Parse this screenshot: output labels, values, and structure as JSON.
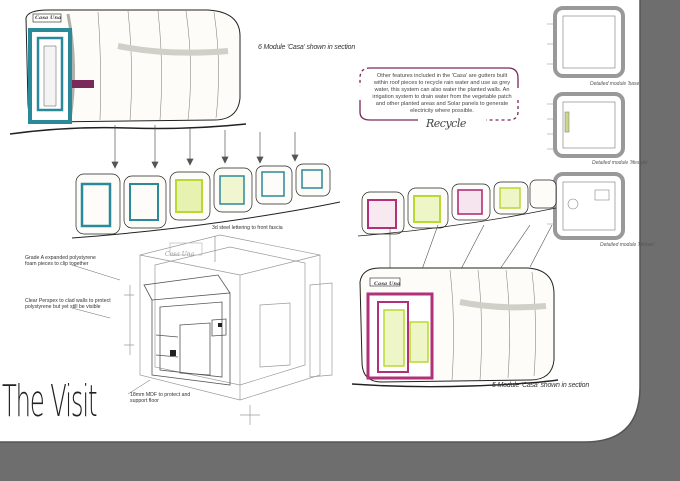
{
  "title": "The Visit",
  "caption_top": "6 Module 'Casa' shown in section",
  "caption_bottom": "5 Module 'Casa' shown in section",
  "recycle_label": "Recycle",
  "info_text": "Other features included in the 'Casa' are gutters built within roof pieces to recycle rain water and use as grey water, this system can also water the planted walls. An irrigation system to drain water from the vegetable patch and other planted areas and Solar panels to generate electricity where possible.",
  "callouts": {
    "lettering": "3d steel lettering to front fascia",
    "polystyrene": "Grade A expanded polystyrene foam pieces to clip together",
    "perspex": "Clear Perspex to clad walls to protect polystyrene but yet still be visible",
    "mdf": "18mm MDF to protect and support floor"
  },
  "plans": [
    {
      "caption": "Detailed module 'base'"
    },
    {
      "caption": "Detailed module 'lifestyle'"
    },
    {
      "caption": "Detailed module 'kitchen'"
    }
  ],
  "sign_text": "Casa Una",
  "colors": {
    "frame_gray": "#6e6e6e",
    "accent_purple": "#7a2a5a",
    "teal": "#2a8a9a",
    "lime": "#b8d832",
    "magenta": "#b0307a"
  }
}
